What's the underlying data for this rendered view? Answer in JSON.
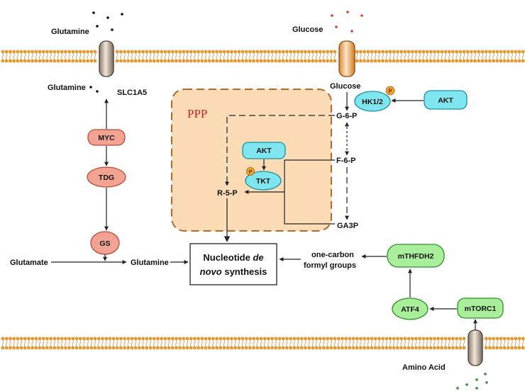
{
  "labels": {
    "glutamine_top": "Glutamine",
    "glutamine_inside": "Glutamine",
    "slc1a5": "SLC1A5",
    "glucose_top": "Glucose",
    "glucose_inside": "Glucose",
    "ppp": "PPP",
    "g6p": "G-6-P",
    "f6p": "F-6-P",
    "ga3p": "GA3P",
    "r5p": "R-5-P",
    "glutamate": "Glutamate",
    "glutamine_bottom": "Glutamine",
    "one_carbon_line1": "one-carbon",
    "one_carbon_line2": "formyl groups",
    "amino_acid": "Amino Acid",
    "phospho": "P"
  },
  "nodes": {
    "myc": "MYC",
    "tdg": "TDG",
    "gs": "GS",
    "hk12": "HK1/2",
    "akt_right": "AKT",
    "akt_ppp": "AKT",
    "tkt": "TKT",
    "mthfdh2": "mTHFDH2",
    "atf4": "ATF4",
    "mtorc1": "mTORC1"
  },
  "product": {
    "line1_plain": "Nucleotide",
    "line1_italic": "de",
    "line2_italic": "novo",
    "line2_plain": "synthesis"
  },
  "colors": {
    "salmon_fill": "#f2a392",
    "salmon_stroke": "#b84a3a",
    "cyan_fill": "#7fe6ef",
    "cyan_stroke": "#1f8f9a",
    "green_fill": "#a9ee9a",
    "green_stroke": "#2f8f2a",
    "ppp_fill": "#fbdcb7",
    "ppp_stroke": "#b06a2a",
    "membrane": "#e8972f",
    "phospho_fill": "#f0a42c",
    "glucose_dots": "#d8432f",
    "amino_dots": "#2f8a3f"
  }
}
